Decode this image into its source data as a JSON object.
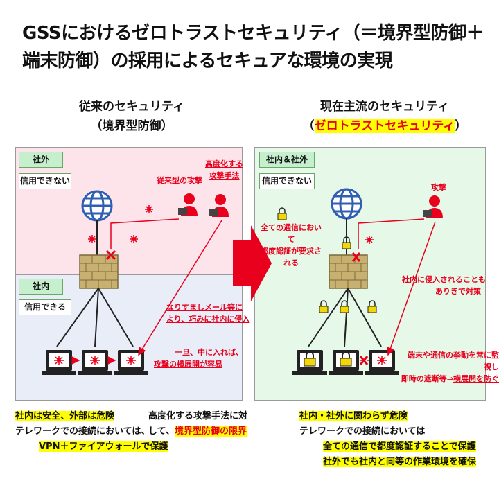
{
  "title": "GSSにおけるゼロトラストセキュリティ（＝境界型防御＋端末防御）の採用によるセキュアな環境の実現",
  "left": {
    "head1": "従来のセキュリティ",
    "head2": "（境界型防御）",
    "outside_tag": "社外",
    "outside_sub": "信用できない",
    "inside_tag": "社内",
    "inside_sub": "信用できる",
    "attack_old": "従来型の攻撃",
    "attack_adv1": "高度化する",
    "attack_adv2": "攻撃手法",
    "phish1": "なりすましメール等に",
    "phish2": "より、巧みに社内に侵入",
    "lateral1": "一旦、中に入れば、",
    "lateral2": "攻撃の横展開が容易",
    "bottom1": "社内は安全、外部は危険",
    "bottom2": "テレワークでの接続においては、",
    "bottom3": "VPN＋ファイアウォールで保護",
    "limit1": "高度化する攻撃手法に対",
    "limit2a": "して、",
    "limit2b": "境界型防御の限界"
  },
  "right": {
    "head1": "現在主流のセキュリティ",
    "head2_open": "（",
    "head2_main": "ゼロトラストセキュリティ",
    "head2_close": "）",
    "tag": "社内＆社外",
    "tag_sub": "信用できない",
    "attack": "攻撃",
    "auth1": "全ての通信において",
    "auth2": "都度認証が要求される",
    "assume1": "社内に侵入されることも",
    "assume2": "ありきで対策",
    "monitor1": "端末や通信の挙動を常に監視し",
    "monitor2a": "即時の遮断等⇒",
    "monitor2b": "横展開を防ぐ",
    "bottom1": "社内・社外に関わらず危険",
    "bottom2": "テレワークでの接続においては",
    "bottom3": "全ての通信で都度認証することで保護",
    "bottom4": "社外でも社内と同等の作業環境を確保"
  },
  "colors": {
    "outside_bg": "#fce4ea",
    "inside_bg": "#e8edf8",
    "zt_bg": "#e6f8e8",
    "red": "#e8001c",
    "blue": "#2f5fb3",
    "yellow": "#ffff00",
    "brick": "#c8b070"
  }
}
